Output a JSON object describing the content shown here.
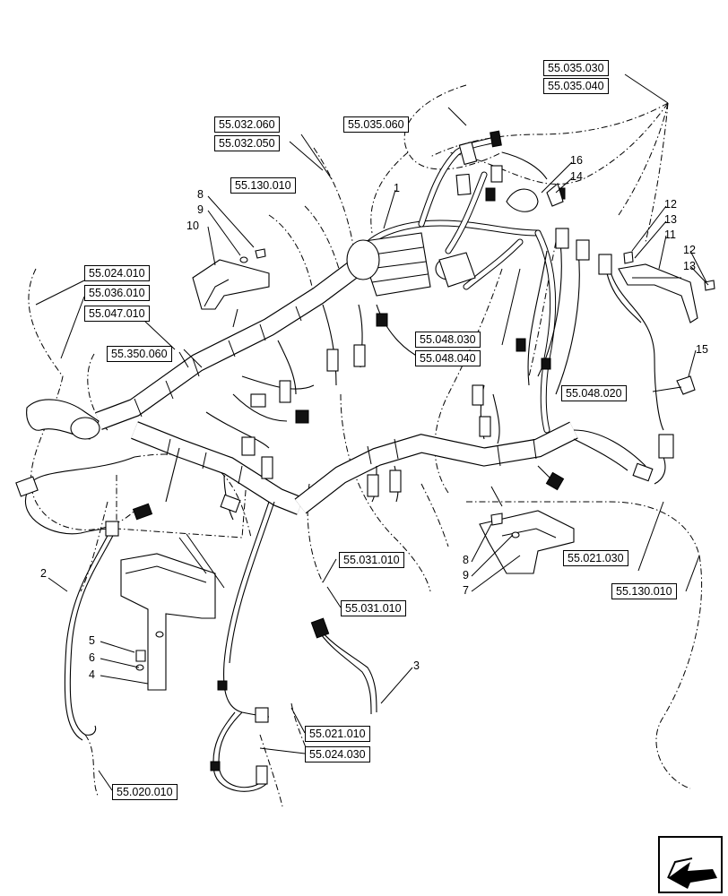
{
  "refs": {
    "r_035_030": "55.035.030",
    "r_035_040": "55.035.040",
    "r_035_060": "55.035.060",
    "r_032_060": "55.032.060",
    "r_032_050": "55.032.050",
    "r_130_010_top": "55.130.010",
    "r_024_010": "55.024.010",
    "r_036_010": "55.036.010",
    "r_047_010": "55.047.010",
    "r_350_060": "55.350.060",
    "r_048_030": "55.048.030",
    "r_048_040": "55.048.040",
    "r_048_020": "55.048.020",
    "r_031_010_a": "55.031.010",
    "r_031_010_b": "55.031.010",
    "r_021_030": "55.021.030",
    "r_130_010_bottom": "55.130.010",
    "r_021_010": "55.021.010",
    "r_024_030": "55.024.030",
    "r_020_010": "55.020.010"
  },
  "items": {
    "i1": "1",
    "i2": "2",
    "i3": "3",
    "i4": "4",
    "i5": "5",
    "i6": "6",
    "i7": "7",
    "i8a": "8",
    "i9a": "9",
    "i10": "10",
    "i8b": "8",
    "i9b": "9",
    "i11": "11",
    "i12a": "12",
    "i13a": "13",
    "i12b": "12",
    "i13b": "13",
    "i14": "14",
    "i15": "15",
    "i16": "16"
  },
  "colors": {
    "line": "#000000",
    "background": "#ffffff"
  },
  "icons": {
    "nav": "arrow-next-page-icon"
  }
}
